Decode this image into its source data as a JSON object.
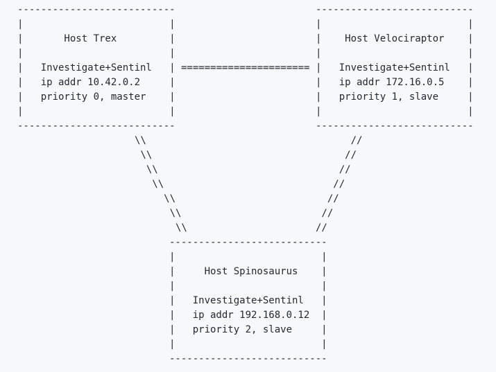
{
  "page": {
    "background": "#f6f8fa",
    "text_color": "#24292f"
  },
  "diagram": {
    "host_trex": {
      "name": "Host Trex",
      "stack": "Investigate+Sentinl",
      "ip_addr": "ip addr 10.42.0.2",
      "priority": "priority 0, master",
      "ascii": "---------------------------\n|                         |\n|       Host Trex         |\n|                         |\n|   Investigate+Sentinl   |\n|   ip addr 10.42.0.2     |\n|   priority 0, master    |\n|                         |\n---------------------------"
    },
    "host_velociraptor": {
      "name": "Host Velociraptor",
      "stack": "Investigate+Sentinl",
      "ip_addr": "ip addr 172.16.0.5",
      "priority": "priority 1, slave",
      "ascii": "---------------------------\n|                         |\n|    Host Velociraptor    |\n|                         |\n|   Investigate+Sentinl   |\n|   ip addr 172.16.0.5    |\n|   priority 1, slave     |\n|                         |\n---------------------------"
    },
    "host_spinosaurus": {
      "name": "Host Spinosaurus",
      "stack": "Investigate+Sentinl",
      "ip_addr": "ip addr 192.168.0.12",
      "priority": "priority 2, slave",
      "ascii": "---------------------------\n|                         |\n|     Host Spinosaurus    |\n|                         |\n|   Investigate+Sentinl   |\n|   ip addr 192.168.0.12  |\n|   priority 2, slave     |\n|                         |\n---------------------------"
    },
    "links": {
      "trex_velociraptor": "======================",
      "trex_spinosaurus": "\\\\\n \\\\\n  \\\\\n   \\\\\n     \\\\\n      \\\\\n       \\\\",
      "velociraptor_spinosaurus": "      //\n     //\n    //\n   //\n  //\n //\n//"
    }
  }
}
